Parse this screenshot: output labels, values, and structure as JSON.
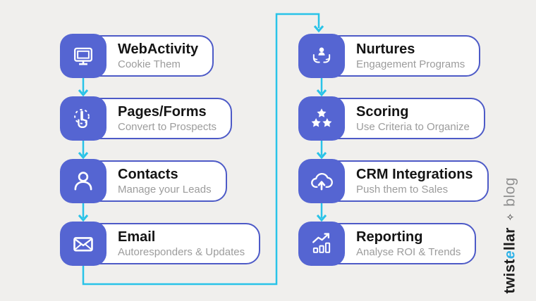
{
  "colors": {
    "page_bg": "#f0efed",
    "icon_bg": "#5565d2",
    "card_border": "#4d5ac7",
    "card_bg": "#ffffff",
    "title": "#141414",
    "subtitle": "#9c9c9c",
    "connector": "#29c3e8",
    "brand_name": "#1d1d1d",
    "brand_accent": "#2fb2e8",
    "brand_blog": "#8f8f8f",
    "sparkle": "#2b2b2b"
  },
  "flow": {
    "left_column": [
      {
        "title": "WebActivity",
        "subtitle": "Cookie Them",
        "icon": "monitor-icon"
      },
      {
        "title": "Pages/Forms",
        "subtitle": "Convert to Prospects",
        "icon": "tap-icon"
      },
      {
        "title": "Contacts",
        "subtitle": "Manage your Leads",
        "icon": "person-icon"
      },
      {
        "title": "Email",
        "subtitle": "Autoresponders & Updates",
        "icon": "envelope-icon"
      }
    ],
    "right_column": [
      {
        "title": "Nurtures",
        "subtitle": "Engagement Programs",
        "icon": "care-hands-icon"
      },
      {
        "title": "Scoring",
        "subtitle": "Use Criteria to Organize",
        "icon": "stars-icon"
      },
      {
        "title": "CRM Integrations",
        "subtitle": "Push them to Sales",
        "icon": "cloud-upload-icon"
      },
      {
        "title": "Reporting",
        "subtitle": "Analyse ROI & Trends",
        "icon": "chart-icon"
      }
    ]
  },
  "brand": {
    "name_prefix": "twist",
    "name_accent": "e",
    "name_suffix": "llar",
    "separator": "✧",
    "suffix_word": "blog"
  }
}
